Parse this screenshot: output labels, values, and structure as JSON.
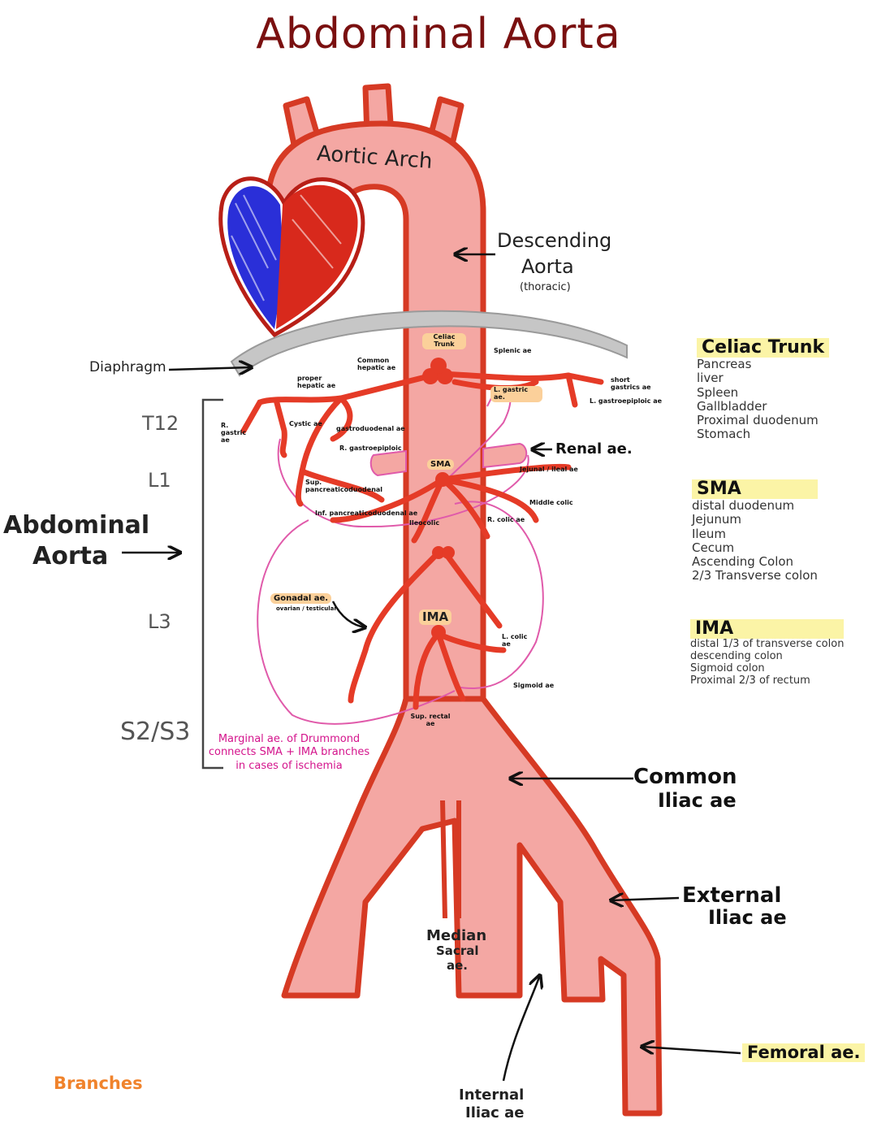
{
  "title": "Abdominal Aorta",
  "labels": {
    "aortic_arch": "Aortic Arch",
    "descending_aorta": "Descending",
    "descending_aorta_2": "Aorta",
    "descending_aorta_3": "(thoracic)",
    "diaphragm": "Diaphragm",
    "abdominal_aorta_1": "Abdominal",
    "abdominal_aorta_2": "Aorta",
    "celiac_trunk_tag": "Celiac Trunk",
    "splenic": "Splenic ae",
    "common_hepatic": "Common hepatic ae",
    "proper_hepatic": "proper hepatic ae",
    "l_gastric": "L. gastric ae.",
    "short_gastric": "short gastrics ae",
    "l_gastroepiploic": "L. gastroepiploic ae",
    "r_gastric": "R. gastric ae",
    "gastroduodenal": "gastroduodenal ae",
    "r_gastroepiploic": "R. gastroepiploic",
    "sup_pancreaticoduodenal": "Sup. pancreaticoduodenal",
    "inf_pancreaticoduodenal": "Inf. pancreaticoduodenal ae",
    "cystic": "Cystic ae",
    "renal": "Renal ae.",
    "sma_tag": "SMA",
    "jejunal_ileal": "Jejunal / ileal ae",
    "middle_colic": "Middle colic",
    "ileocolic": "Ileocolic",
    "r_colic": "R. colic ae",
    "gonadal": "Gonadal ae.",
    "gonadal_sub": "ovarian / testicular",
    "ima_tag": "IMA",
    "l_colic": "L. colic ae",
    "sigmoid": "Sigmoid ae",
    "sup_rectal": "Sup. rectal ae",
    "common_iliac_1": "Common",
    "common_iliac_2": "Iliac ae",
    "external_iliac_1": "External",
    "external_iliac_2": "Iliac ae",
    "median_sacral_1": "Median",
    "median_sacral_2": "Sacral",
    "median_sacral_3": "ae.",
    "femoral": "Femoral ae.",
    "internal_iliac_1": "Internal",
    "internal_iliac_2": "Iliac ae",
    "branches": "Branches"
  },
  "vertebrae": [
    "T12",
    "L1",
    "L3",
    "S2/S3"
  ],
  "marginal_note": {
    "line1": "Marginal ae. of Drummond",
    "line2": "connects SMA + IMA branches",
    "line3": "in cases of ischemia"
  },
  "legend": {
    "celiac": {
      "heading": "Celiac Trunk",
      "items": [
        "Pancreas",
        "liver",
        "Spleen",
        "Gallbladder",
        "Proximal duodenum",
        "Stomach"
      ]
    },
    "sma": {
      "heading": "SMA",
      "items": [
        "distal duodenum",
        "Jejunum",
        "Ileum",
        "Cecum",
        "Ascending Colon",
        "2/3 Transverse colon"
      ]
    },
    "ima": {
      "heading": "IMA",
      "items": [
        "distal 1/3 of transverse colon",
        "descending colon",
        "Sigmoid colon",
        "Proximal 2/3 of rectum"
      ]
    }
  },
  "colors": {
    "vessel_fill": "#f4a7a3",
    "vessel_outline": "#d63a24",
    "artery_branch": "#e53b27",
    "heart_blue": "#2a2fd8",
    "heart_red": "#d8291c",
    "diaphragm": "#c6c6c6",
    "title": "#7a1010",
    "highlight_yellow": "#fbf4a6",
    "tag_orange": "#fbd09a",
    "marginal_pink": "#d4148c"
  }
}
